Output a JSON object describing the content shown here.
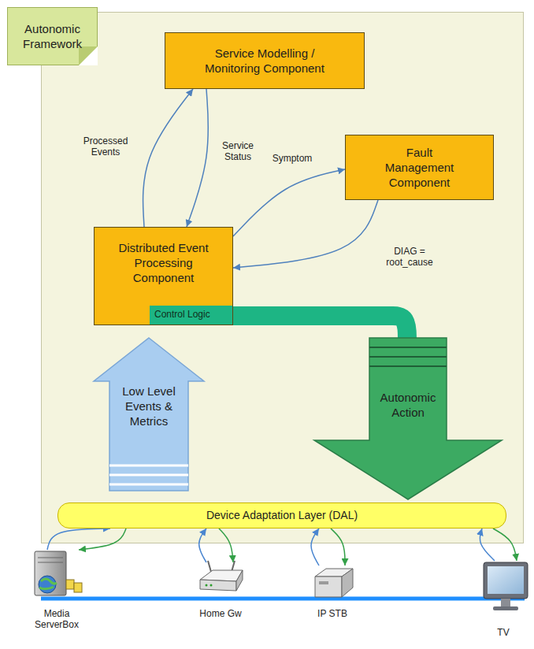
{
  "diagram": {
    "nodes": [
      {
        "text": [
          "Autonomic Framework"
        ]
      },
      {
        "text": [
          "Service Modelling / Monitoring Component"
        ],
        "in": 0
      },
      {
        "text": [
          "Fault Management Component"
        ],
        "in": 0
      },
      {
        "text": [
          "Distributed Event Processing Component"
        ],
        "in": 0
      },
      {
        "text": [
          "Low Level Events & Metrics"
        ],
        "in": 0
      },
      {
        "text": [
          "Autonomic Action"
        ],
        "in": 0
      },
      {
        "text": [
          "Device Adaptation Layer (DAL)"
        ],
        "in": 0
      },
      {
        "text": [
          "Media ServerBox"
        ]
      },
      {
        "text": [
          "Home Gw"
        ]
      },
      {
        "text": [
          "IP STB"
        ]
      },
      {
        "text": [
          "TV"
        ]
      }
    ],
    "edges": [
      {
        "from": 3,
        "to": 1,
        "label": "Processed Events",
        "arrow": "to"
      },
      {
        "from": 1,
        "to": 3,
        "label": "Service Status",
        "arrow": "to"
      },
      {
        "from": 3,
        "to": 2,
        "label": "Symptom",
        "arrow": "to"
      },
      {
        "from": 2,
        "to": 3,
        "label": "DIAG = root_cause",
        "arrow": "to"
      },
      {
        "from": 3,
        "to": 5,
        "label": "Control Logic",
        "arrow": "none"
      },
      {
        "from": 7,
        "to": 6,
        "arrow": "to"
      },
      {
        "from": 6,
        "to": 7,
        "arrow": "to"
      },
      {
        "from": 8,
        "to": 6,
        "arrow": "to"
      },
      {
        "from": 6,
        "to": 8,
        "arrow": "to"
      },
      {
        "from": 9,
        "to": 6,
        "arrow": "to"
      },
      {
        "from": 6,
        "to": 9,
        "arrow": "to"
      },
      {
        "from": 10,
        "to": 6,
        "arrow": "to"
      },
      {
        "from": 6,
        "to": 10,
        "arrow": "to"
      }
    ]
  }
}
